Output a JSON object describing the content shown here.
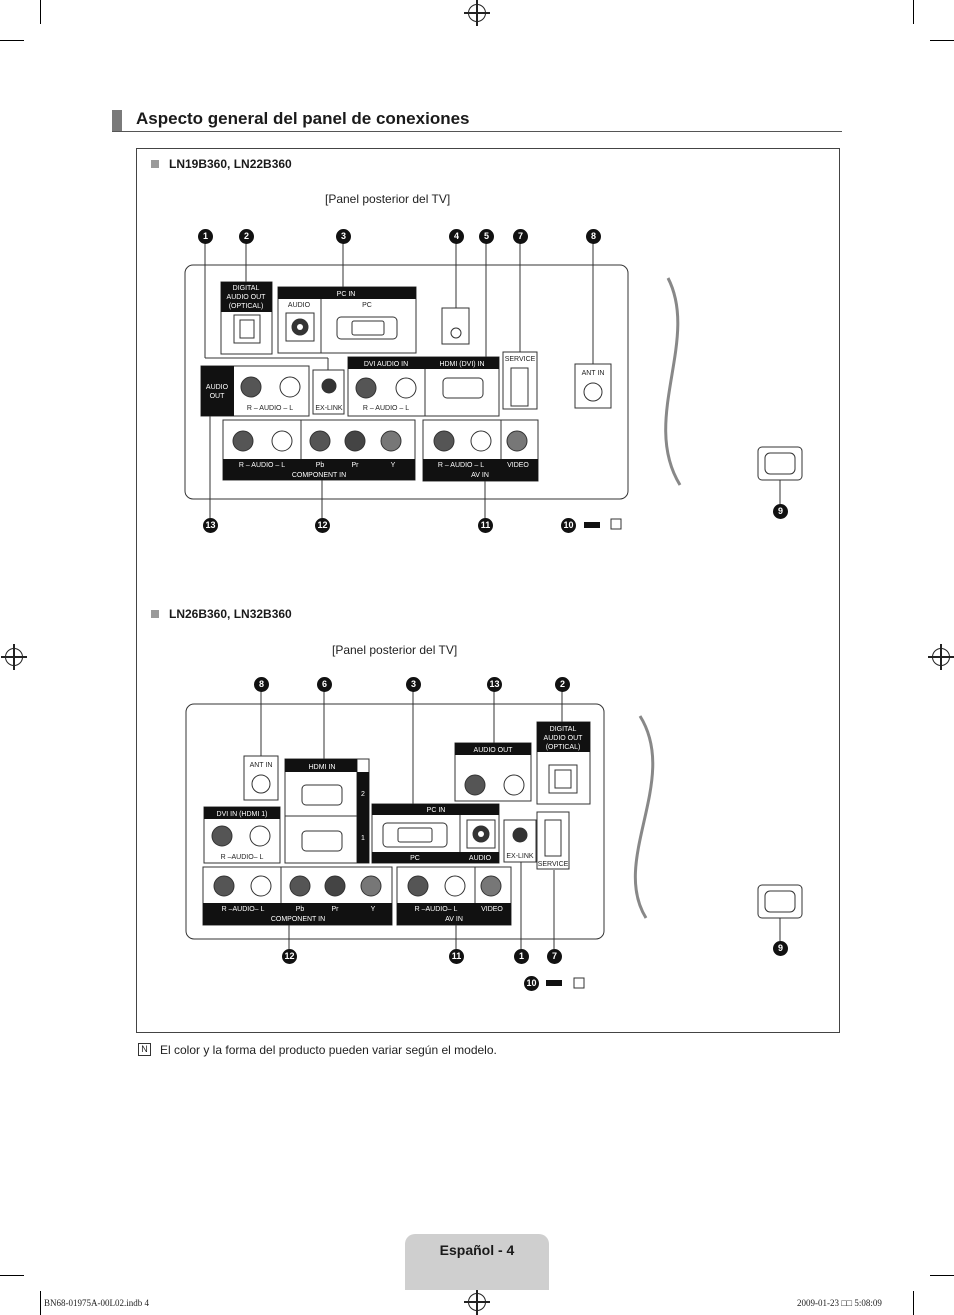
{
  "section_title": "Aspecto general del panel de conexiones",
  "panel_a": {
    "model": "LN19B360, LN22B360",
    "caption": "[Panel posterior del TV]",
    "labels": {
      "digital_audio_out": "DIGITAL",
      "digital_audio_out_2": "AUDIO OUT",
      "digital_audio_out_3": "(OPTICAL)",
      "pc_in": "PC IN",
      "audio": "AUDIO",
      "pc": "PC",
      "service": "SERVICE",
      "ant_in": "ANT IN",
      "audio_out": "AUDIO",
      "audio_out_2": "OUT",
      "ex_link": "EX-LINK",
      "dvi_audio_in": "DVI AUDIO IN",
      "hdmi_dvi_in": "HDMI (DVI) IN",
      "r_audio_l": "R  –  AUDIO  –  L",
      "component_in": "COMPONENT IN",
      "av_in": "AV IN",
      "video": "VIDEO",
      "pb": "Pb",
      "pr": "Pr",
      "y": "Y"
    },
    "callouts": [
      "1",
      "2",
      "3",
      "4",
      "5",
      "7",
      "8",
      "9",
      "10",
      "11",
      "12",
      "13"
    ]
  },
  "panel_b": {
    "model": "LN26B360, LN32B360",
    "caption": "[Panel posterior del TV]",
    "labels": {
      "ant_in": "ANT IN",
      "hdmi_in": "HDMI IN",
      "hdmi_2": "2",
      "hdmi_1": "1",
      "dvi_in_hdmi1": "DVI IN (HDMI 1)",
      "r_audio_l": "R –AUDIO– L",
      "audio_out": "AUDIO OUT",
      "pc_in": "PC IN",
      "pc": "PC",
      "audio": "AUDIO",
      "ex_link": "EX-LINK",
      "service": "SERVICE",
      "digital_audio_out": "DIGITAL",
      "digital_audio_out_2": "AUDIO OUT",
      "digital_audio_out_3": "(OPTICAL)",
      "component_in": "COMPONENT IN",
      "av_in": "AV IN",
      "video": "VIDEO",
      "pb": "Pb",
      "pr": "Pr",
      "y": "Y"
    },
    "callouts": [
      "8",
      "6",
      "3",
      "13",
      "2",
      "12",
      "11",
      "1",
      "7",
      "9",
      "10"
    ]
  },
  "note": "El color y la forma del producto pueden variar según el modelo.",
  "note_icon": "N",
  "page_label": "Español - 4",
  "footer_left": "BN68-01975A-00L02.indb   4",
  "footer_right": "2009-01-23   □□ 5:08:09"
}
